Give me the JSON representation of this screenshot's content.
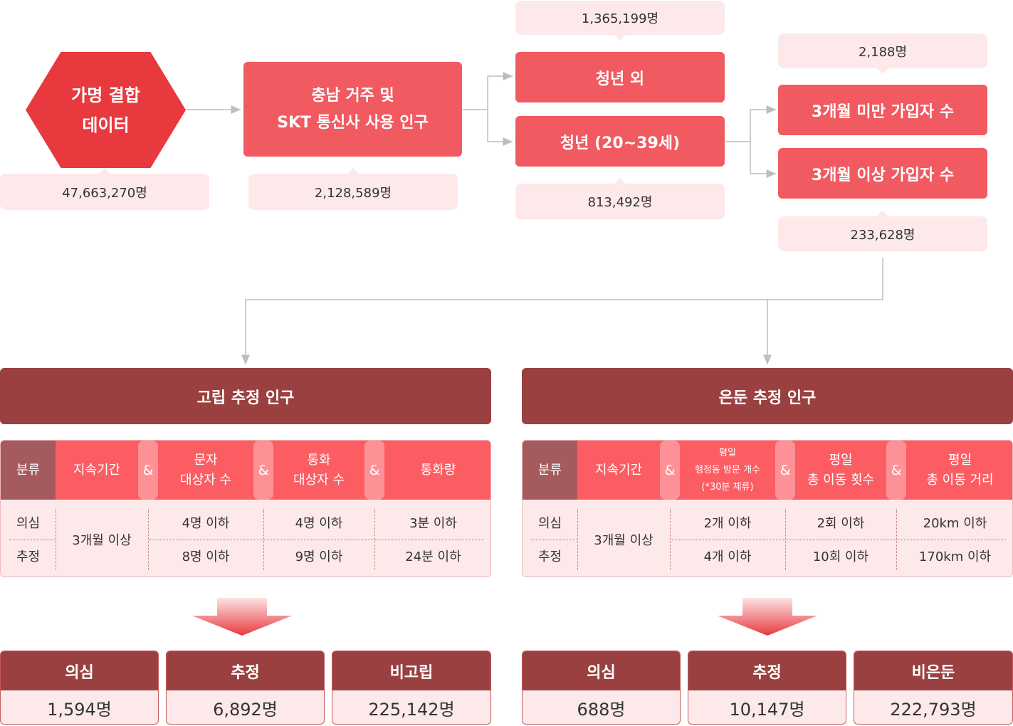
{
  "flow": {
    "source": {
      "line1": "가명 결합",
      "line2": "데이터",
      "count": "47,663,270명"
    },
    "region": {
      "line1": "충남 거주 및",
      "line2": "SKT 통신사 사용 인구",
      "count": "2,128,589명"
    },
    "non_youth": {
      "label": "청년 외",
      "count": "1,365,199명"
    },
    "youth": {
      "label": "청년 (20~39세)",
      "count": "813,492명"
    },
    "under3": {
      "label": "3개월 미만 가입자 수",
      "count": "2,188명"
    },
    "over3": {
      "label": "3개월 이상 가입자 수",
      "count": "233,628명"
    }
  },
  "isolation": {
    "title": "고립 추정 인구",
    "headers": {
      "category": "분류",
      "duration": "지속기간",
      "sms_1": "문자",
      "sms_2": "대상자 수",
      "call_1": "통화",
      "call_2": "대상자 수",
      "volume": "통화량",
      "amp": "&"
    },
    "rows": {
      "suspect": "의심",
      "estimate": "추정",
      "duration": "3개월 이상",
      "sms_suspect": "4명 이하",
      "sms_estimate": "8명 이하",
      "call_suspect": "4명 이하",
      "call_estimate": "9명 이하",
      "vol_suspect": "3분 이하",
      "vol_estimate": "24분 이하"
    },
    "results": [
      {
        "label": "의심",
        "value": "1,594명"
      },
      {
        "label": "추정",
        "value": "6,892명"
      },
      {
        "label": "비고립",
        "value": "225,142명"
      }
    ]
  },
  "reclusion": {
    "title": "은둔 추정 인구",
    "headers": {
      "category": "분류",
      "duration": "지속기간",
      "visit_1": "평일",
      "visit_2": "행정동 방문 개수",
      "visit_3": "(*30분 체류)",
      "moves_1": "평일",
      "moves_2": "총 이동 횟수",
      "dist_1": "평일",
      "dist_2": "총 이동 거리",
      "amp": "&"
    },
    "rows": {
      "suspect": "의심",
      "estimate": "추정",
      "duration": "3개월 이상",
      "visit_suspect": "2개 이하",
      "visit_estimate": "4개 이하",
      "moves_suspect": "2회 이하",
      "moves_estimate": "10회 이하",
      "dist_suspect": "20km 이하",
      "dist_estimate": "170km 이하"
    },
    "results": [
      {
        "label": "의심",
        "value": "688명"
      },
      {
        "label": "추정",
        "value": "10,147명"
      },
      {
        "label": "비은둔",
        "value": "222,793명"
      }
    ]
  },
  "colors": {
    "hexagon": "#e8393f",
    "stage": "#f05a60",
    "count_bg": "#fde9ea",
    "section_header": "#9a4040",
    "table_header": "#fb5d63",
    "category_header": "#a55a5e",
    "amp_pill": "#fd9196"
  }
}
